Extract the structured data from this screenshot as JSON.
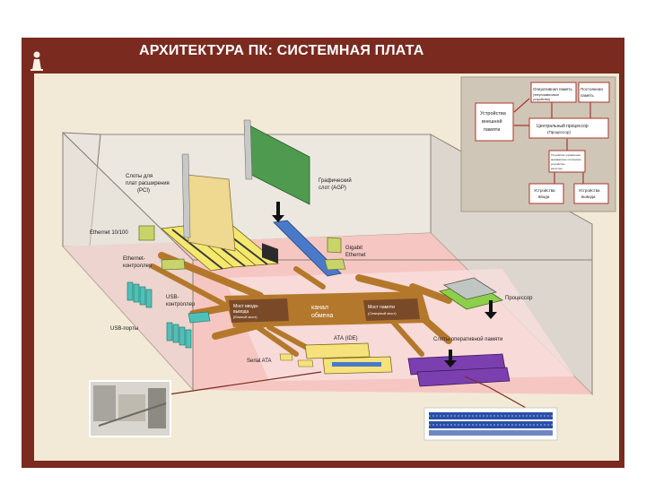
{
  "header": {
    "title": "АРХИТЕКТУРА ПК: СИСТЕМНАЯ ПЛАТА"
  },
  "colors": {
    "frame": "#7a2a1f",
    "panel": "#f2ead6",
    "board": "#f6c7c2",
    "bus": "#b4782c",
    "agp": "#4a79c9",
    "ram": "#7b3fb0"
  },
  "labels": {
    "pci_slots": [
      "Слоты для",
      "плат расширения",
      "(PCI)"
    ],
    "agp_slot": [
      "Графический",
      "слот (AGP)"
    ],
    "ethernet100": "Ethernet 10/100",
    "gigabit": [
      "Gigabit",
      "Ethernet"
    ],
    "ethernet_ctrl": [
      "Ethernet-",
      "контроллер"
    ],
    "usb_ctrl": [
      "USB-",
      "контроллер"
    ],
    "usb_ports": "USB-порты",
    "north_bridge": [
      "Мост ввода-",
      "вывода",
      "(Южный мост)"
    ],
    "channel": [
      "канал",
      "обмена"
    ],
    "memory_bridge": [
      "Мост памяти",
      "(Северный мост)"
    ],
    "processor": "Процессор",
    "ata": "АТА (IDE)",
    "sata": "Serial ATA",
    "ram_slots": "Слоты оперативной памяти"
  },
  "diagram": {
    "ram_box": [
      "Оперативная память",
      "(энергозависимое",
      "устройство)"
    ],
    "storage_box": [
      "Постоянная",
      "память"
    ],
    "external_box": [
      "Устройства",
      "внешней",
      "памяти"
    ],
    "cpu_box": [
      "Центральный процессор",
      "(Процессор)"
    ],
    "control_box": [
      "Устройство управления,",
      "арифметико-логическое",
      "устройство,",
      "регистры"
    ],
    "input_box": [
      "Устройства",
      "ввода"
    ],
    "output_box": [
      "Устройства",
      "вывода"
    ]
  }
}
